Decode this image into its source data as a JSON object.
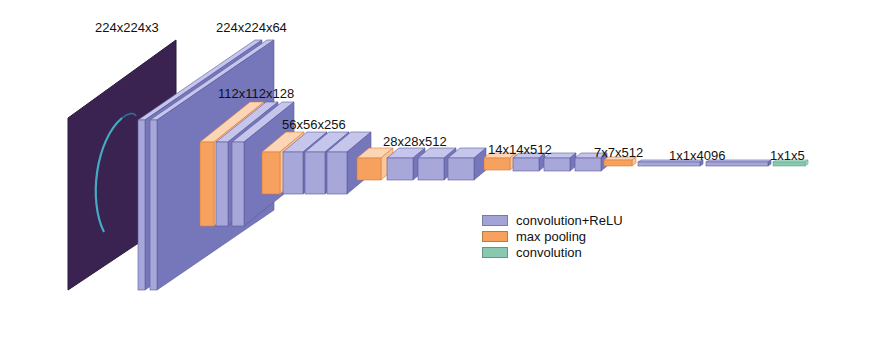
{
  "diagram": {
    "labels": [
      "224x224x3",
      "224x224x64",
      "112x112x128",
      "56x56x256",
      "28x28x512",
      "14x14x512",
      "7x7x512",
      "1x1x4096",
      "1x1x5"
    ],
    "legend": [
      {
        "text": "convolution+ReLU",
        "color": "#a3a3d6"
      },
      {
        "text": "max pooling",
        "color": "#f6a25e"
      },
      {
        "text": "convolution",
        "color": "#88c8ae"
      }
    ]
  }
}
